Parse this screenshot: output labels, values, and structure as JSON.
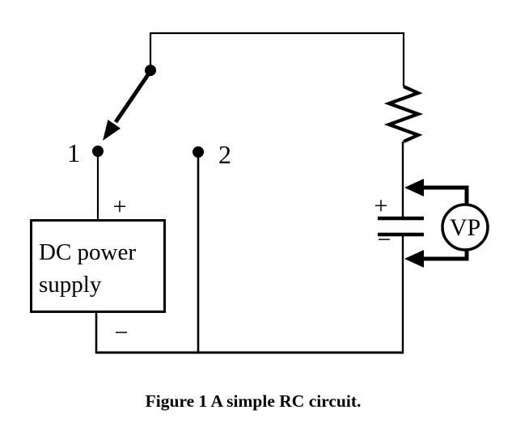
{
  "figure": {
    "caption": "Figure 1 A simple RC circuit."
  },
  "circuit": {
    "power_supply": {
      "label_line1": "DC power",
      "label_line2": "supply",
      "positive_terminal": "+",
      "negative_terminal": "−"
    },
    "switch": {
      "position_1": "1",
      "position_2": "2"
    },
    "capacitor": {
      "positive_plate": "+",
      "negative_plate": "−"
    },
    "voltage_probe": {
      "label": "VP"
    },
    "colors": {
      "line": "#000000",
      "background": "#ffffff"
    }
  }
}
